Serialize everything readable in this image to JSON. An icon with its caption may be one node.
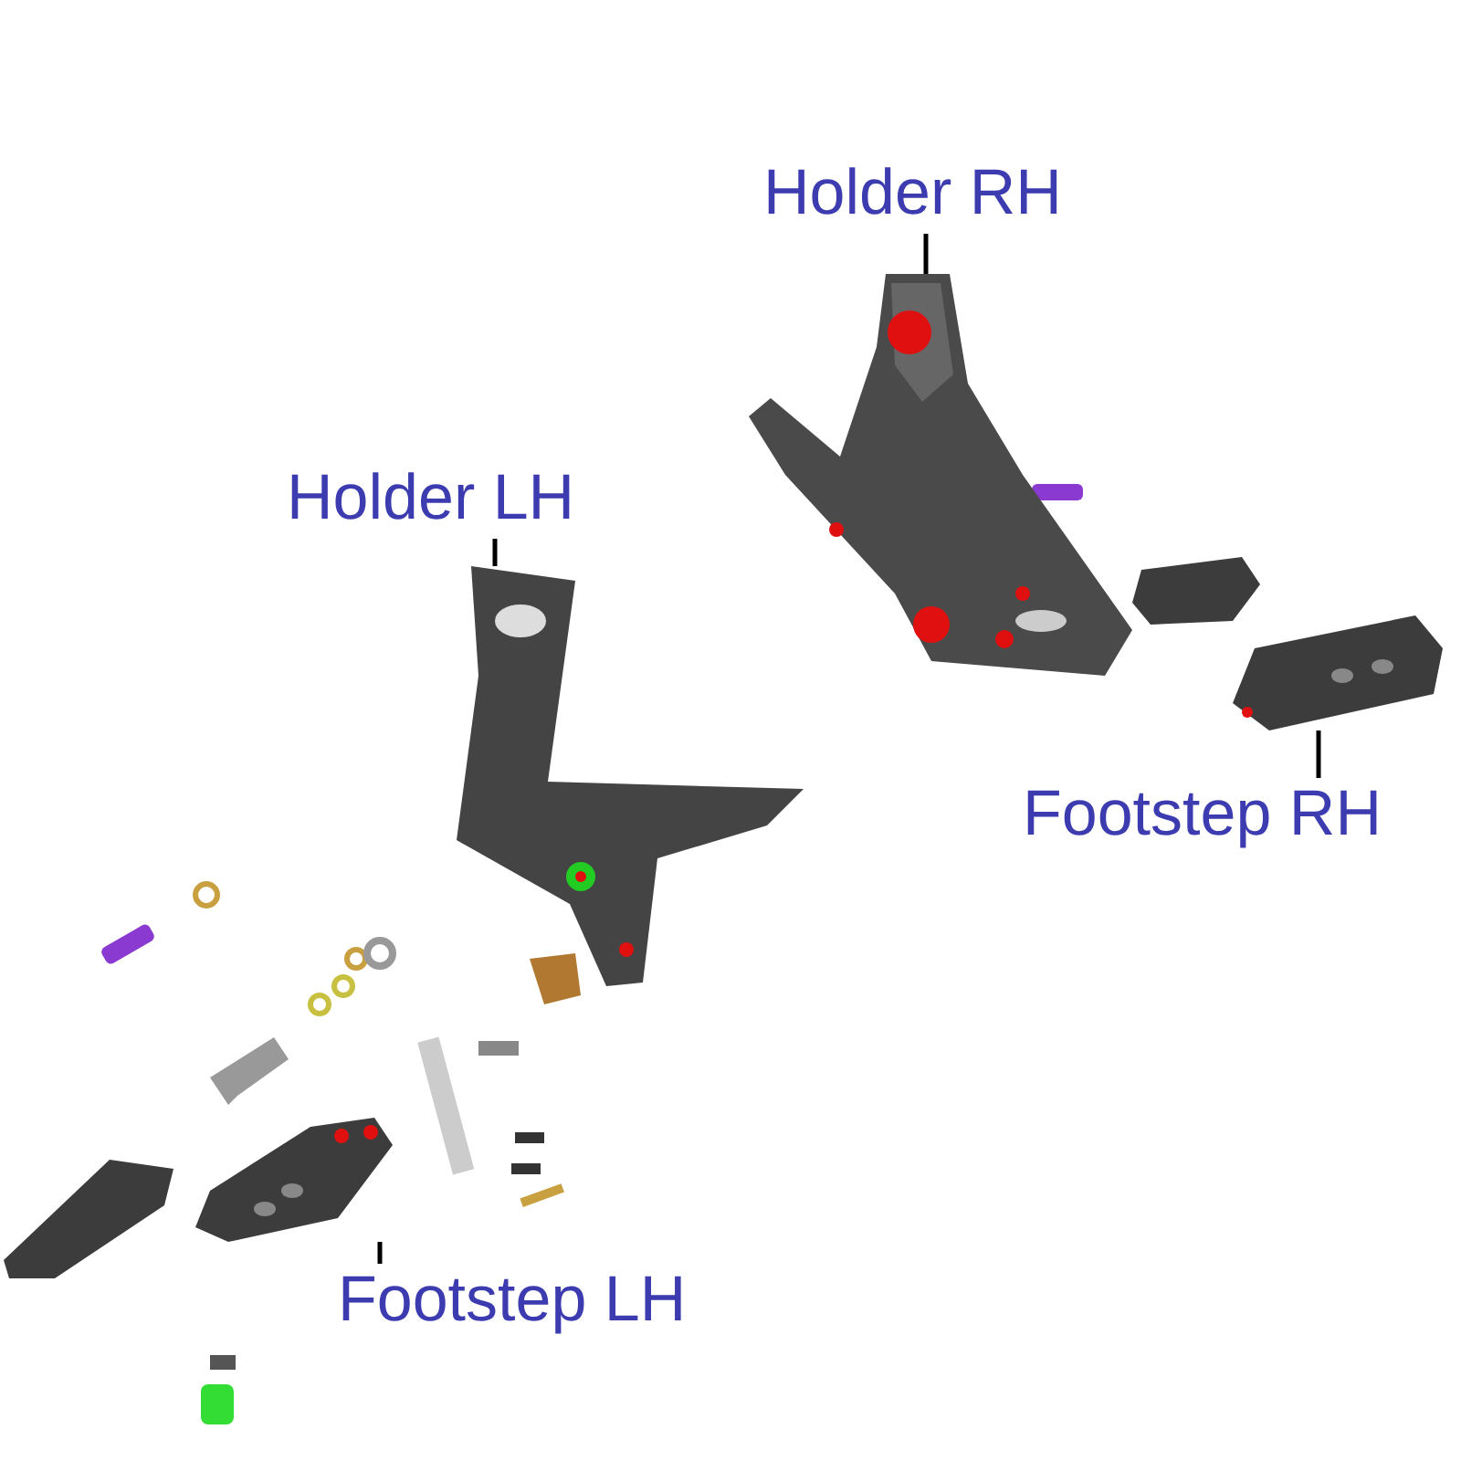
{
  "diagram": {
    "nodes": [
      {
        "text": [
          "Holder RH"
        ]
      },
      {
        "text": [
          "Holder LH"
        ]
      },
      {
        "text": [
          "Footstep RH"
        ]
      },
      {
        "text": [
          "Footstep LH"
        ]
      },
      {
        "text": [],
        "shape": "picture"
      },
      {
        "text": [],
        "shape": "picture"
      },
      {
        "text": [],
        "shape": "picture"
      },
      {
        "text": [],
        "shape": "picture"
      }
    ],
    "edges": [
      {
        "from": 0,
        "to": 4,
        "arrow": "none"
      },
      {
        "from": 1,
        "to": 5,
        "arrow": "none"
      },
      {
        "from": 2,
        "to": 6,
        "arrow": "none"
      },
      {
        "from": 3,
        "to": 7,
        "arrow": "none"
      }
    ]
  }
}
